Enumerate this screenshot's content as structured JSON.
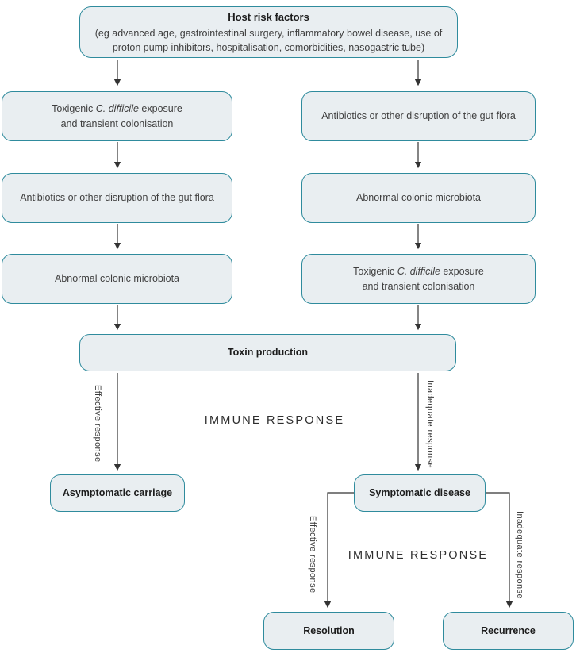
{
  "colors": {
    "background": "#ffffff",
    "box_fill": "#e9eef1",
    "box_border": "#2f8b9d",
    "arrow_line": "#333333",
    "text_primary": "#1d1d1d",
    "text_secondary": "#3f3f3f"
  },
  "nodes": {
    "host_risk_factors": {
      "title": "Host risk factors",
      "subtitle": "(eg advanced age, gastrointestinal surgery, inflammatory bowel disease, use of proton pump inhibitors, hospitalisation, comorbidities, nasogastric tube)"
    },
    "toxigenic_exposure": {
      "text_before_italic": "Toxigenic ",
      "italic": "C. difficile",
      "text_after_italic": " exposure",
      "line2": "and transient colonisation"
    },
    "antibiotics_disruption": {
      "label": "Antibiotics or other disruption of the gut flora"
    },
    "abnormal_microbiota": {
      "label": "Abnormal colonic microbiota"
    },
    "toxin_production": {
      "label": "Toxin production"
    },
    "asymptomatic_carriage": {
      "label": "Asymptomatic carriage"
    },
    "symptomatic_disease": {
      "label": "Symptomatic disease"
    },
    "resolution": {
      "label": "Resolution"
    },
    "recurrence": {
      "label": "Recurrence"
    }
  },
  "annotations": {
    "immune_response_upper": "IMMUNE RESPONSE",
    "immune_response_lower": "IMMUNE RESPONSE",
    "effective_response_upper": "Effective response",
    "inadequate_response_upper": "Inadequate response",
    "effective_response_lower": "Effective response",
    "inadequate_response_lower": "Inadequate response"
  }
}
